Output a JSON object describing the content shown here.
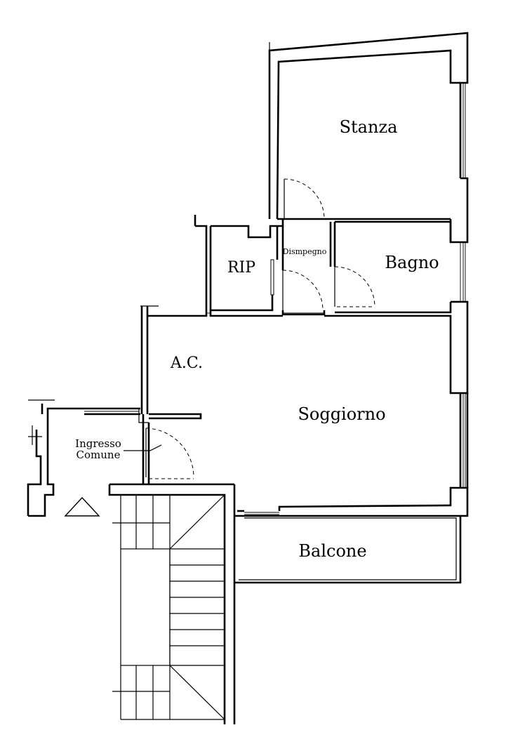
{
  "plan": {
    "rooms": {
      "stanza": "Stanza",
      "bagno": "Bagno",
      "rip": "RIP",
      "disimpegno": "Dismpegno",
      "ac": "A.C.",
      "soggiorno": "Soggiorno",
      "ingresso_line1": "Ingresso",
      "ingresso_line2": "Comune",
      "balcone": "Balcone"
    },
    "colors": {
      "line": "#000000",
      "background": "#ffffff"
    }
  }
}
